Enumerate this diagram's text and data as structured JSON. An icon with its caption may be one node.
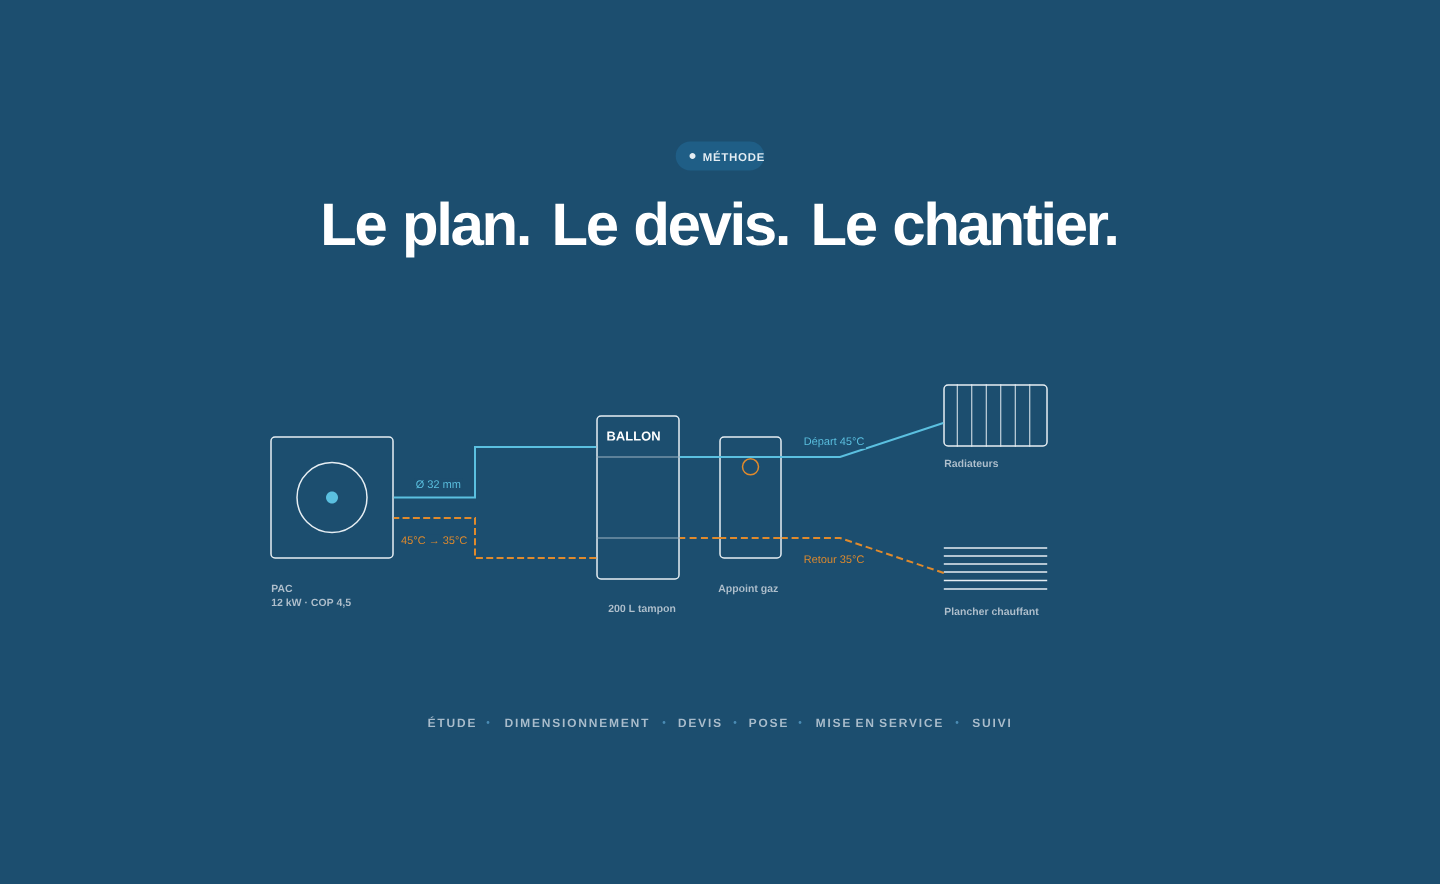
{
  "diagram": {
    "title": "Le plan. Le devis. Le chantier.",
    "nodes": [
      {
        "text": [],
        "shape": "box",
        "beside": [
          "PAC",
          "12 kW · COP 4,5"
        ]
      },
      {
        "text": [
          "BALLON"
        ],
        "beside": [
          "200 L tampon"
        ]
      },
      {
        "text": [],
        "shape": "box",
        "beside": [
          "Appoint gaz"
        ]
      },
      {
        "text": [],
        "shape": "box",
        "beside": [
          "Radiateurs"
        ]
      },
      {
        "text": [],
        "shape": "picture",
        "beside": [
          "Plancher chauffant"
        ]
      }
    ],
    "edges": [
      {
        "from": 0,
        "to": 1,
        "arrow": "none",
        "label": "Ø 32 mm"
      },
      {
        "from": 1,
        "to": 0,
        "arrow": "none",
        "label": "45°C → 35°C",
        "style": "dashed",
        "color": "#e08a2c"
      },
      {
        "from": 1,
        "to": 2,
        "arrow": "none"
      },
      {
        "from": 2,
        "to": 3,
        "arrow": "none",
        "label": "Départ 45°C"
      },
      {
        "from": 2,
        "to": 1,
        "arrow": "none",
        "style": "dashed",
        "color": "#e08a2c"
      },
      {
        "from": 4,
        "to": 2,
        "arrow": "none",
        "label": "Retour 35°C",
        "style": "dashed",
        "color": "#e08a2c"
      }
    ],
    "labels": [
      "MÉTHODE",
      "ÉTUDE",
      "DIMENSIONNEMENT",
      "DEVIS",
      "POSE",
      "MISE EN SERVICE",
      "SUIVI"
    ]
  }
}
